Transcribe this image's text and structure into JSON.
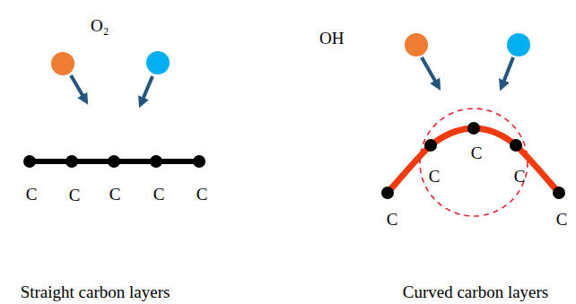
{
  "diagram": {
    "nodes": [
      {
        "text": [
          "O₂"
        ]
      },
      {
        "text": [
          "OH"
        ]
      },
      {
        "text": [
          "O₂"
        ]
      },
      {
        "text": [
          "OH"
        ]
      }
    ],
    "labels": [
      "C",
      "C",
      "C",
      "C",
      "C",
      "C",
      "C",
      "C",
      "C",
      "C",
      "Straight carbon layers",
      "Curved carbon layers"
    ]
  }
}
